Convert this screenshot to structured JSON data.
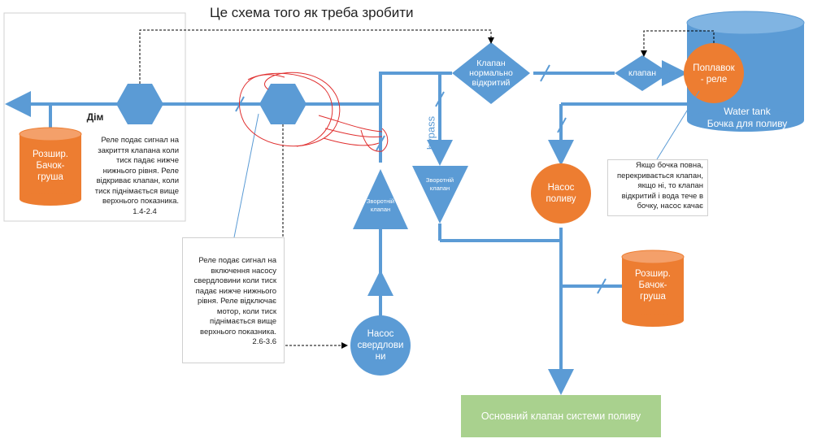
{
  "title": "Це схема того як треба зробити",
  "home_label": "Дім",
  "bypass_label": "bypass",
  "tanks": {
    "left": [
      "Розшир.",
      "Бачок-",
      "груша"
    ],
    "right": [
      "Розшир.",
      "Бачок-",
      "груша"
    ]
  },
  "relay_note_top": [
    "Реле подає сигнал на",
    "закриття клапана коли",
    "тиск падає нижче",
    "нижнього рівня. Реле",
    "відкриває клапан, коли",
    "тиск піднімається вище",
    "верхнього показника.",
    "1.4-2.4"
  ],
  "relay_note_bottom": [
    "Реле подає сигнал на",
    "включення насосу",
    "свердловини коли тиск",
    "падає нижче нижнього",
    "рівня. Реле відключає",
    "мотор, коли тиск",
    "піднімається вище",
    "верхнього показника.",
    "2.6-3.6"
  ],
  "valve_normally_open": [
    "Клапан",
    "нормально",
    "відкритий"
  ],
  "valve": "клапан",
  "float": [
    "Поплавок",
    "- реле"
  ],
  "water_tank": [
    "Water tank",
    "Бочка для поливу"
  ],
  "tank_note": [
    "Якщо бочка повна,",
    "перекривається клапан,",
    "якщо ні, то клапан",
    "відкритий і вода тече в",
    "бочку, насос качає"
  ],
  "check_valve_up": [
    "Зворотній",
    "клапан"
  ],
  "check_valve_down": [
    "Зворотній",
    "клапан"
  ],
  "irrigation_pump": [
    "Насос",
    "поливу"
  ],
  "well_pump": [
    "Насос",
    "свердлови",
    "ни"
  ],
  "main_valve": "Основний клапан системи поливу",
  "colors": {
    "pipe": "#5b9bd5",
    "node": "#4e8fcf",
    "orange": "#ed7d31",
    "green": "#a9d18e",
    "red": "#e03030"
  }
}
